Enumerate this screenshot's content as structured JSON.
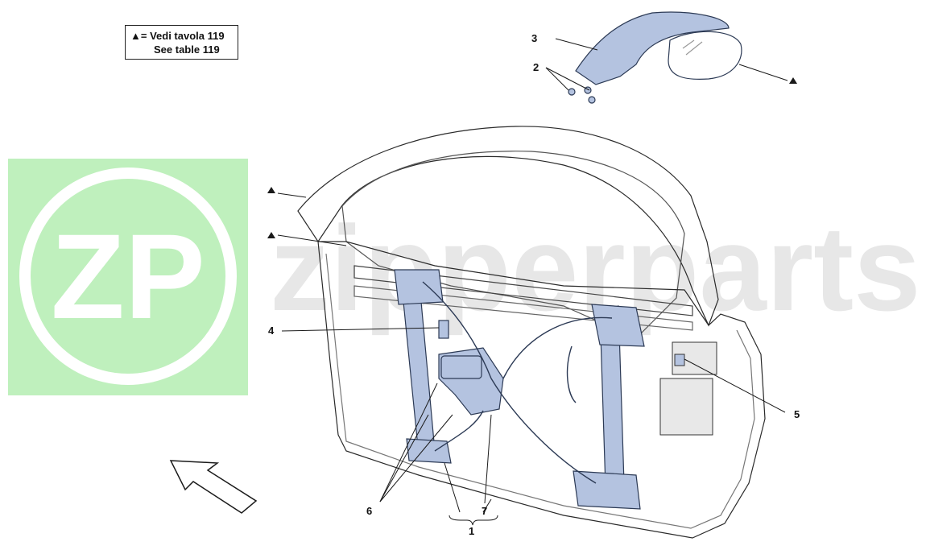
{
  "note": {
    "line1": "▲= Vedi tavola 119",
    "line2": "See table 119"
  },
  "watermark": {
    "logo_text": "ZP",
    "text": "zipperparts",
    "color": "#bff0bd"
  },
  "callouts": {
    "c1": "1",
    "c2": "2",
    "c3": "3",
    "c4": "4",
    "c5": "5",
    "c6": "6",
    "c7": "7"
  },
  "colors": {
    "part_fill": "#b4c3e0",
    "part_stroke": "#2c3a55",
    "line": "#1a1a1a"
  }
}
